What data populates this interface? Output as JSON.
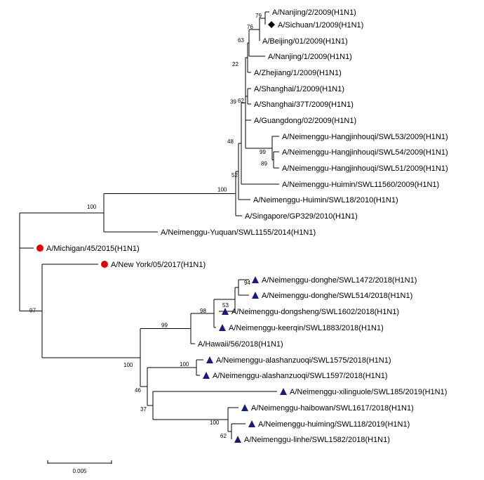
{
  "tree": {
    "name": "root",
    "children": [
      {
        "name": "n_top",
        "support": "100",
        "children": [
          {
            "name": "n_h1",
            "support": "100",
            "children": [
              {
                "name": "n_52",
                "support": "52",
                "children": [
                  {
                    "name": "n_48",
                    "support": "48",
                    "children": [
                      {
                        "name": "n_39",
                        "support": "39",
                        "children": [
                          {
                            "name": "n_22",
                            "support": "22",
                            "children": [
                              {
                                "name": "n_63",
                                "support": "63",
                                "children": [
                                  {
                                    "name": "n_76",
                                    "support": "76",
                                    "children": [
                                      {
                                        "name": "n_79",
                                        "support": "79",
                                        "children": [
                                          {
                                            "name": "A/Nanjing/2/2009(H1N1)"
                                          },
                                          {
                                            "name": "A/Sichuan/1/2009(H1N1)",
                                            "marker": "diamond"
                                          }
                                        ]
                                      },
                                      {
                                        "name": "A/Beijing/01/2009(H1N1)"
                                      }
                                    ]
                                  },
                                  {
                                    "name": "A/Nanjing/1/2009(H1N1)"
                                  }
                                ]
                              },
                              {
                                "name": "A/Zhejiang/1/2009(H1N1)"
                              }
                            ]
                          },
                          {
                            "name": "n_62",
                            "support": "62",
                            "children": [
                              {
                                "name": "A/Shanghai/1/2009(H1N1)"
                              },
                              {
                                "name": "A/Shanghai/37T/2009(H1N1)"
                              }
                            ]
                          },
                          {
                            "name": "A/Guangdong/02/2009(H1N1)"
                          },
                          {
                            "name": "n_99a",
                            "support": "99",
                            "children": [
                              {
                                "name": "A/Neimenggu-Hangjinhouqi/SWL53/2009(H1N1)"
                              },
                              {
                                "name": "n_89",
                                "support": "89",
                                "children": [
                                  {
                                    "name": "A/Neimenggu-Hangjinhouqi/SWL54/2009(H1N1)"
                                  },
                                  {
                                    "name": "A/Neimenggu-Hangjinhouqi/SWL51/2009(H1N1)"
                                  }
                                ]
                              }
                            ]
                          }
                        ]
                      },
                      {
                        "name": "A/Neimenggu-Huimin/SWL11560/2009(H1N1)"
                      }
                    ]
                  },
                  {
                    "name": "A/Neimenggu-Huimin/SWL18/2010(H1N1)"
                  }
                ]
              },
              {
                "name": "A/Singapore/GP329/2010(H1N1)"
              }
            ]
          },
          {
            "name": "A/Neimenggu-Yuquan/SWL1155/2014(H1N1)"
          }
        ]
      },
      {
        "name": "A/Michigan/45/2015(H1N1)",
        "marker": "circle"
      },
      {
        "name": "n_97",
        "support": "97",
        "children": [
          {
            "name": "A/New York/05/2017(H1N1)",
            "marker": "circle"
          },
          {
            "name": "n_100c",
            "support": "100",
            "children": [
              {
                "name": "n_99b",
                "support": "99",
                "children": [
                  {
                    "name": "n_98",
                    "support": "98",
                    "children": [
                      {
                        "name": "n_53",
                        "support": "53",
                        "children": [
                          {
                            "name": "n_94",
                            "support": "94",
                            "children": [
                              {
                                "name": "A/Neimenggu-donghe/SWL1472/2018(H1N1)",
                                "marker": "triangle"
                              },
                              {
                                "name": "A/Neimenggu-donghe/SWL514/2018(H1N1)",
                                "marker": "triangle"
                              }
                            ]
                          },
                          {
                            "name": "A/Neimenggu-dongsheng/SWL1602/2018(H1N1)",
                            "marker": "triangle"
                          }
                        ]
                      },
                      {
                        "name": "A/Neimenggu-keerqin/SWL1883/2018(H1N1)",
                        "marker": "triangle"
                      }
                    ]
                  },
                  {
                    "name": "A/Hawaii/56/2018(H1N1)"
                  }
                ]
              },
              {
                "name": "n_46",
                "support": "46",
                "children": [
                  {
                    "name": "n_100d",
                    "support": "100",
                    "children": [
                      {
                        "name": "A/Neimenggu-alashanzuoqi/SWL1575/2018(H1N1)",
                        "marker": "triangle"
                      },
                      {
                        "name": "A/Neimenggu-alashanzuoqi/SWL1597/2018(H1N1)",
                        "marker": "triangle"
                      }
                    ]
                  },
                  {
                    "name": "n_37",
                    "support": "37",
                    "children": [
                      {
                        "name": "A/Neimenggu-xilinguole/SWL185/2019(H1N1)",
                        "marker": "triangle"
                      },
                      {
                        "name": "n_100e",
                        "support": "100",
                        "children": [
                          {
                            "name": "A/Neimenggu-haibowan/SWL1617/2018(H1N1)",
                            "marker": "triangle"
                          },
                          {
                            "name": "n_62b",
                            "support": "62",
                            "children": [
                              {
                                "name": "A/Neimenggu-huiming/SWL118/2019(H1N1)",
                                "marker": "triangle"
                              },
                              {
                                "name": "A/Neimenggu-linhe/SWL1582/2018(H1N1)",
                                "marker": "triangle"
                              }
                            ]
                          }
                        ]
                      }
                    ]
                  }
                ]
              }
            ]
          }
        ]
      }
    ]
  },
  "scale_bar": {
    "label": "0.005",
    "length": 0.005
  },
  "colors": {
    "line": "#000000",
    "circle": "#e60000",
    "triangle": "#1a1a80",
    "diamond": "#000000"
  }
}
